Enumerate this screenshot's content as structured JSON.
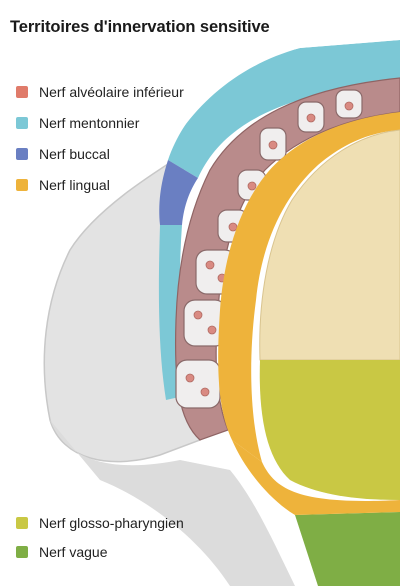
{
  "title": "Territoires d'innervation sensitive",
  "legend_top": [
    {
      "label": "Nerf alvéolaire inférieur",
      "color": "#e07b6a"
    },
    {
      "label": "Nerf mentonnier",
      "color": "#7cc8d6"
    },
    {
      "label": "Nerf buccal",
      "color": "#6a7fc2"
    },
    {
      "label": "Nerf lingual",
      "color": "#eeb33b"
    }
  ],
  "legend_bottom": [
    {
      "label": "Nerf glosso-pharyngien",
      "color": "#c9c844"
    },
    {
      "label": "Nerf vague",
      "color": "#7fae45"
    }
  ],
  "colors": {
    "cheek": "#dcdcdc",
    "gingiva": "#b98b8b",
    "tongue": "#efdfb3",
    "teeth": "#f0f0f0"
  }
}
